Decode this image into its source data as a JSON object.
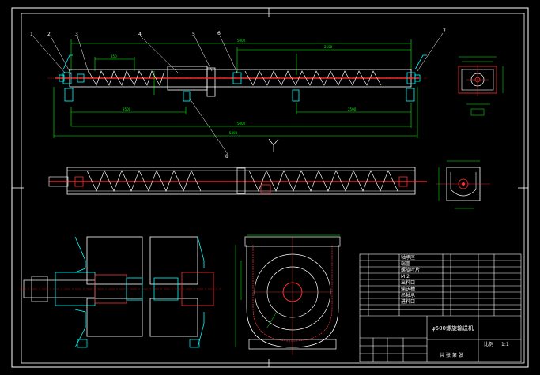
{
  "callouts": [
    "1",
    "2",
    "3",
    "4",
    "5",
    "6",
    "7",
    "8"
  ],
  "title_block": {
    "name": "ψ500螺旋输送机",
    "scale_label": "比例",
    "ratio": "1:1",
    "sheet": "共 张 第 张"
  },
  "parts_list": [
    "轴承座",
    "端盖",
    "螺旋叶片",
    "M 2",
    "出料口",
    "输送槽",
    "吊轴承",
    "进料口"
  ],
  "colors": {
    "background": "#000000",
    "frame": "#ffffff",
    "dimension": "#00ff00",
    "outline": "#ffffff",
    "shaft": "#ff3030",
    "flange": "#00ffff",
    "center_line": "#ff0000"
  }
}
